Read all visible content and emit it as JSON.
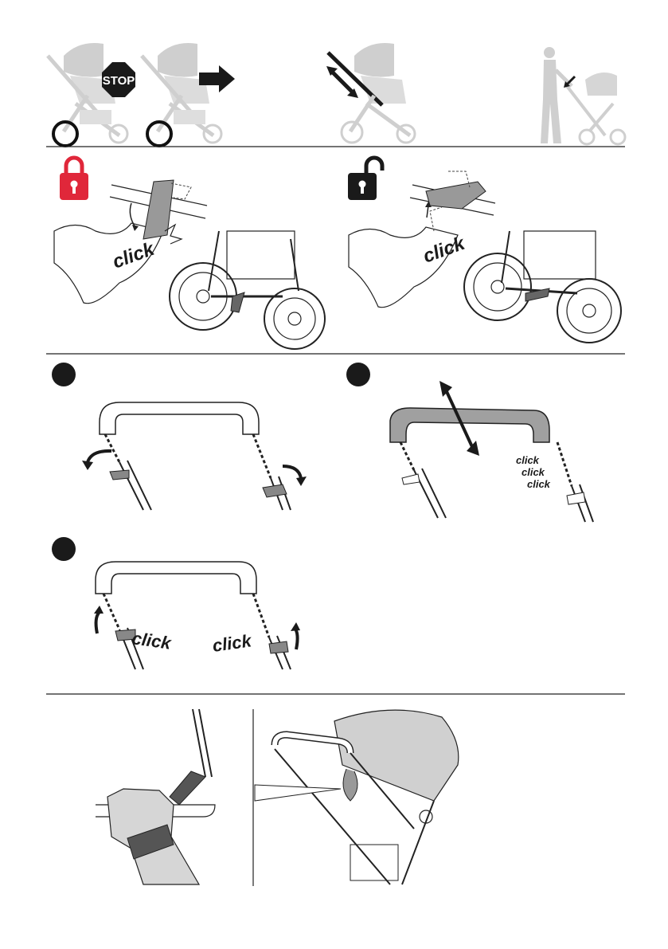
{
  "colors": {
    "lock_red": "#e0273a",
    "dark": "#1a1a1a",
    "grey_fill": "#bfbfbf",
    "light_grey": "#d9d9d9",
    "line": "#222222"
  },
  "icons": {
    "top_row": [
      "stroller-braked-icon",
      "stop-sign-icon",
      "stroller-moving-icon",
      "forward-arrow-icon",
      "handlebar-adjust-icon",
      "parent-pushing-stroller-icon"
    ],
    "brake_section": [
      "lock-closed-icon",
      "lock-open-icon"
    ],
    "steps": [
      "step-circle-1",
      "step-circle-2",
      "step-circle-3"
    ]
  },
  "top_row": {
    "stop_sign_text": "STOP"
  },
  "brake_lock": {
    "click": "click"
  },
  "brake_unlock": {
    "click": "click"
  },
  "handle_adjust": {
    "clicks": [
      "click",
      "click",
      "click"
    ]
  },
  "handle_lock": {
    "click_left": "click",
    "click_right": "click"
  }
}
